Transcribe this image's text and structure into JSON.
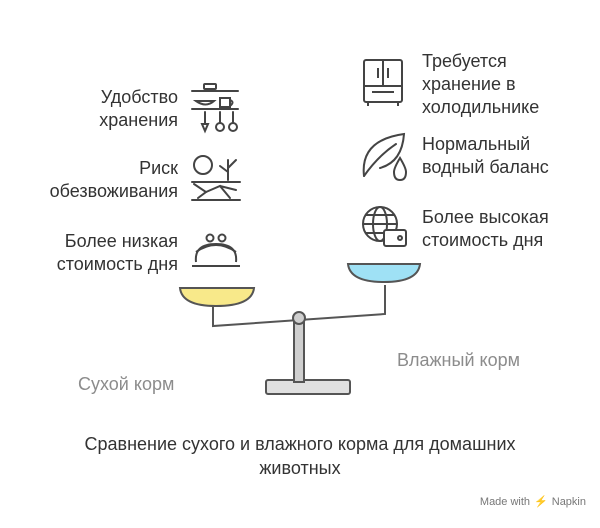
{
  "diagram": {
    "dry": {
      "name": "Сухой корм",
      "pan_color": "#f8e98a",
      "items": [
        {
          "icon": "shelves-kitchenware-icon",
          "line1": "Удобство",
          "line2": "хранения"
        },
        {
          "icon": "dry-cracked-land-icon",
          "line1": "Риск",
          "line2": "обезвоживания"
        },
        {
          "icon": "coin-purse-icon",
          "line1": "Более низкая",
          "line2": "стоимость дня"
        }
      ]
    },
    "wet": {
      "name": "Влажный корм",
      "pan_color": "#9fe1f5",
      "items": [
        {
          "icon": "refrigerator-icon",
          "line1": "Требуется",
          "line2": "хранение в",
          "line3": "холодильнике"
        },
        {
          "icon": "leaf-water-drop-icon",
          "line1": "Нормальный",
          "line2": "водный баланс"
        },
        {
          "icon": "globe-wallet-icon",
          "line1": "Более высокая",
          "line2": "стоимость дня"
        }
      ]
    },
    "caption_line1": "Сравнение сухого и влажного корма для домашних",
    "caption_line2": "животных"
  },
  "footer": {
    "made_with": "Made with",
    "brand": "Napkin"
  }
}
